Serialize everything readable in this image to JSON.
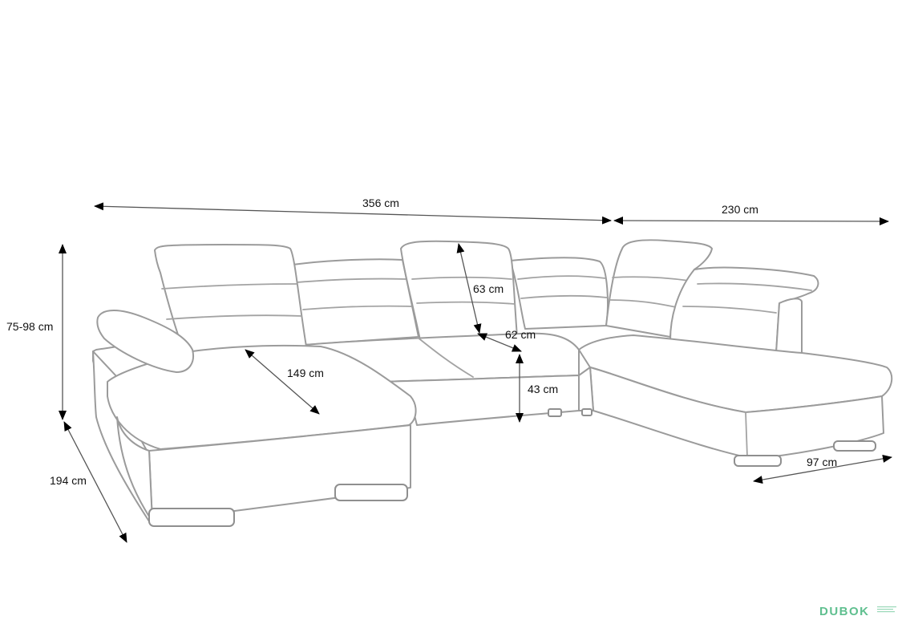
{
  "dimensions": {
    "total_width": "356 cm",
    "right_width": "230 cm",
    "height": "75-98 cm",
    "left_depth": "194 cm",
    "chaise_length": "149 cm",
    "backrest_height": "63 cm",
    "seat_depth": "62 cm",
    "seat_height": "43 cm",
    "right_depth": "97 cm"
  },
  "watermark": {
    "brand": "DUBOK"
  },
  "colors": {
    "outline": "#9b9b9b",
    "dimension_line": "#555555",
    "text": "#111111",
    "watermark": "#5fbf8f"
  }
}
